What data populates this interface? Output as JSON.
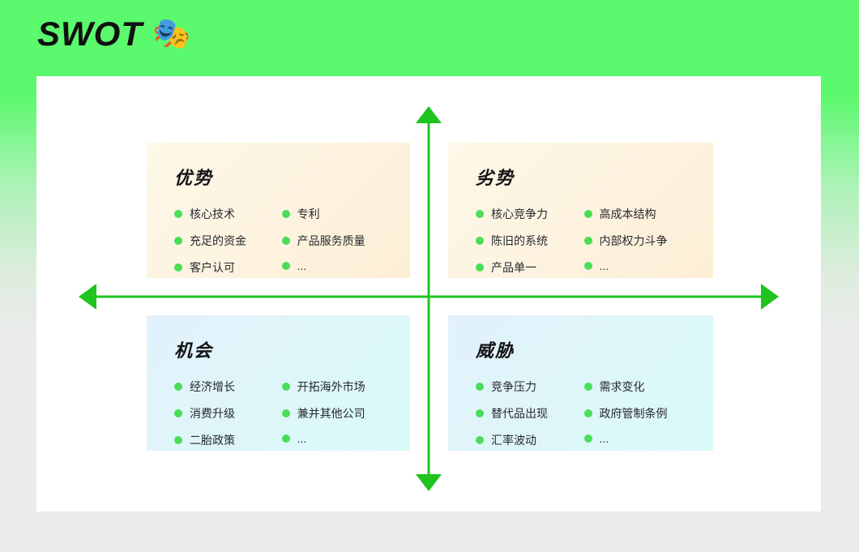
{
  "header": {
    "title": "SWOT",
    "title_emoji": "🎭"
  },
  "colors": {
    "background_top_green": "#5bf96d",
    "background_bottom_gray": "#ebebeb",
    "card_white": "#ffffff",
    "axis_green": "#1fc41f",
    "bullet_green": "#4ade58",
    "warm_box_gradient_start": "#fdf8e9",
    "warm_box_gradient_end": "#fdeed6",
    "cool_box_gradient_start": "#e3f1fc",
    "cool_box_gradient_end": "#d9fbf7"
  },
  "quadrants": [
    {
      "id": "strengths",
      "label": "优势",
      "columns": [
        [
          "核心技术",
          "充足的资金",
          "客户认可"
        ],
        [
          "专利",
          "产品服务质量",
          "..."
        ]
      ]
    },
    {
      "id": "weaknesses",
      "label": "劣势",
      "columns": [
        [
          "核心竞争力",
          "陈旧的系统",
          "产品单一"
        ],
        [
          "高成本结构",
          "内部权力斗争",
          "..."
        ]
      ]
    },
    {
      "id": "opportunities",
      "label": "机会",
      "columns": [
        [
          "经济增长",
          "消费升级",
          "二胎政策"
        ],
        [
          "开拓海外市场",
          "兼并其他公司",
          "..."
        ]
      ]
    },
    {
      "id": "threats",
      "label": "威胁",
      "columns": [
        [
          "竞争压力",
          "替代品出现",
          "汇率波动"
        ],
        [
          "需求变化",
          "政府管制条例",
          "..."
        ]
      ]
    }
  ]
}
